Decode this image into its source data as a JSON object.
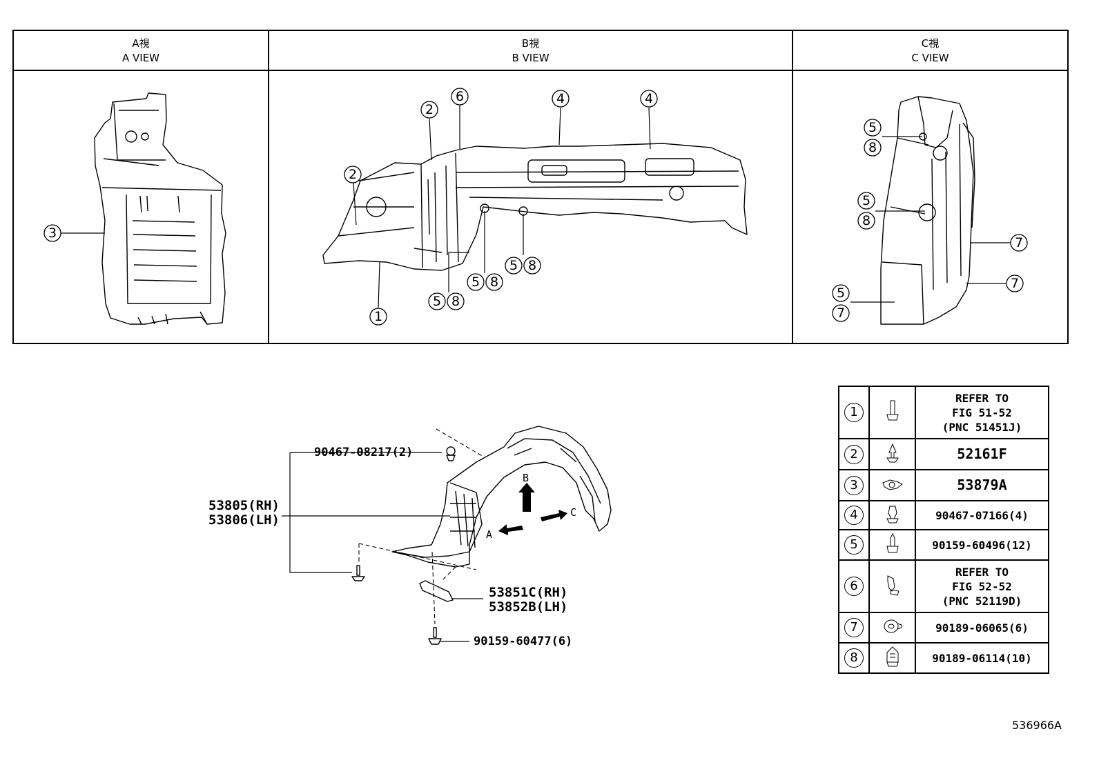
{
  "views": [
    {
      "title_jp": "A視",
      "title_en": "A VIEW"
    },
    {
      "title_jp": "B視",
      "title_en": "B VIEW"
    },
    {
      "title_jp": "C視",
      "title_en": "C VIEW"
    }
  ],
  "callouts": {
    "a_view": [
      "3"
    ],
    "b_view": [
      "2",
      "6",
      "4",
      "4",
      "2",
      "5",
      "8",
      "5",
      "8",
      "5",
      "8",
      "1"
    ],
    "c_view": [
      "5",
      "8",
      "5",
      "8",
      "7",
      "7",
      "5",
      "7"
    ]
  },
  "main": {
    "part_clip_top": "90467-08217(2)",
    "part_liner_rh": "53805(RH)",
    "part_liner_lh": "53806(LH)",
    "part_seal_rh": "53851C(RH)",
    "part_seal_lh": "53852B(LH)",
    "part_screw_bottom": "90159-60477(6)",
    "arrow_a": "A",
    "arrow_b": "B",
    "arrow_c": "C"
  },
  "legend": [
    {
      "num": "1",
      "icon": "bolt-icon",
      "lines": [
        "REFER TO",
        "FIG 51-52",
        "(PNC 51451J)"
      ]
    },
    {
      "num": "2",
      "icon": "push-clip-icon",
      "lines": [
        "52161F"
      ]
    },
    {
      "num": "3",
      "icon": "clip-icon",
      "lines": [
        "53879A"
      ]
    },
    {
      "num": "4",
      "icon": "clip-icon",
      "lines": [
        "90467-07166(4)"
      ]
    },
    {
      "num": "5",
      "icon": "screw-icon",
      "lines": [
        "90159-60496(12)"
      ]
    },
    {
      "num": "6",
      "icon": "clip-icon",
      "lines": [
        "REFER TO",
        "FIG 52-52",
        "(PNC 52119D)"
      ]
    },
    {
      "num": "7",
      "icon": "grommet-icon",
      "lines": [
        "90189-06065(6)"
      ]
    },
    {
      "num": "8",
      "icon": "nut-icon",
      "lines": [
        "90189-06114(10)"
      ]
    }
  ],
  "doc_id": "536966A"
}
